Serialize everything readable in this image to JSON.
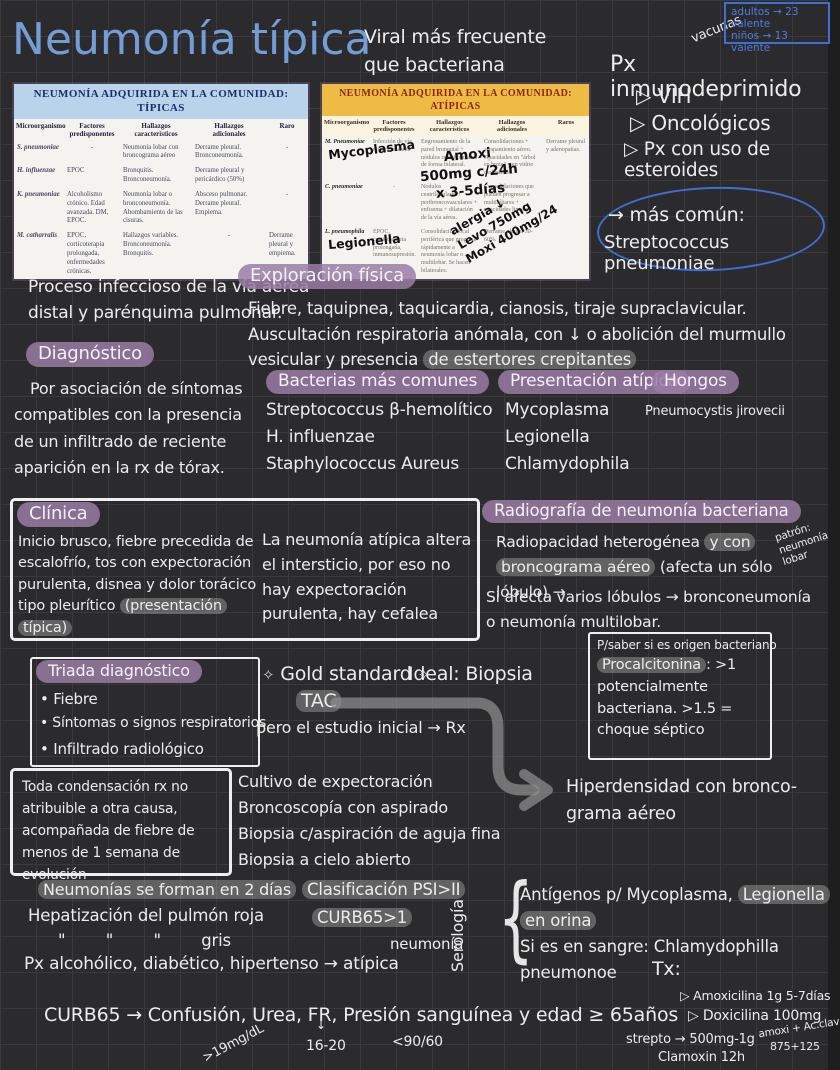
{
  "header": {
    "title": "Neumonía típica",
    "subtitle": "Viral más frecuente\nque bacteriana"
  },
  "vaccines": {
    "label": "vacunas",
    "adults": "adultos → 23 valente",
    "children": "niños → 13 valente"
  },
  "immuno": {
    "title": "Px inmunodeprimido",
    "items": [
      "▷ VIH",
      "▷ Oncológicos",
      "▷ Px con uso de esteroides"
    ]
  },
  "most_common": {
    "lead": "→ más común:",
    "organism": "Streptococcus pneumoniae"
  },
  "tables": {
    "tipicas": {
      "title": "NEUMONÍA ADQUIRIDA EN LA COMUNIDAD: TÍPICAS",
      "headers": [
        "Microorganismo",
        "Factores\npredisponentes",
        "Hallazgos\ncaracterísticos",
        "Hallazgos\nadicionales",
        "Raro"
      ],
      "rows": [
        [
          "S. pneumoniae",
          "-",
          "Neumonía lobar con broncograma aéreo",
          "Derrame pleural. Bronconeumonía.",
          "-"
        ],
        [
          "H. influenzae",
          "EPOC",
          "Bronquitis. Bronconeumonía.",
          "Derrame pleural y pericárdico (50%)",
          ""
        ],
        [
          "K. pneumoniae",
          "Alcoholismo crónico. Edad avanzada. DM, EPOC.",
          "Neumonía lobar o bronconeumonía. Abombamiento de las cisuras.",
          "Absceso pulmonar. Derrame pleural. Empiema.",
          "-"
        ],
        [
          "M. catharralis",
          "EPOC, corticoterapia prolongada, enfermedades crónicas.",
          "Hallazgos variables. Bronconeumonía. Bronquitis.",
          "-",
          "Derrame pleural y empiema."
        ]
      ]
    },
    "atipicas": {
      "title": "NEUMONÍA ADQUIRIDA EN LA COMUNIDAD: ATÍPICAS",
      "headers": [
        "Microorganismo",
        "Factores\npredisponentes",
        "Hallazgos\ncaracterísticos",
        "Hallazgos\nadicionales",
        "Raros"
      ],
      "rows": [
        [
          "M. Pneumoniae",
          "Infección de vía respiratoria alta",
          "Engrosamiento de la pared bronquial + nódulos centrilobulares de forma bilateral.",
          "Consolidaciones + atrapamiento aéreo. Opacidades en \"árbol en brote\" y en vidrio deslustrado.",
          "Derrame pleural y adenopatías."
        ],
        [
          "C. pneumoniae",
          "-",
          "Nódulos centrilobulares + peribroncovasculares + enfisema + dilatación de la vía aérea.",
          "Consolidaciones que pueden progresar a multilóbares + opacidades lineales.",
          ""
        ],
        [
          "L. pneumophila",
          "EPOC, corticoterapia prolongada, inmunosupresión.",
          "Consolidación focal periférica que progresa rápidamente a neumonía lobar o multilobar. Se hacen bilaterales.",
          "Derrame pleural 30-60%.",
          ""
        ]
      ],
      "annotations": {
        "row1": "Mycoplasma",
        "row3": "Legionella",
        "amoxi": "Amoxi\n500mg c/24h\nx 3-5días",
        "alt": "alergia ↓\nLevo 750mg\nMoxi 400mg/24"
      }
    }
  },
  "intro": {
    "text": "Proceso infeccioso de la vía aérea\ndistal y parénquima pulmonar."
  },
  "exploracion": {
    "label": "Exploración física",
    "text": "Fiebre, taquipnea, taquicardia, cianosis, tiraje supraclavicular. Auscultación respiratoria anómala, con ↓ o abolición del murmullo vesicular y presencia ",
    "highlight": "de estertores crepitantes"
  },
  "diagnostico": {
    "label": "Diagnóstico",
    "text": "Por asociación de síntomas compatibles con la presencia de un infiltrado de reciente aparición en la rx de tórax."
  },
  "bacterias": {
    "label": "Bacterias más comunes",
    "items": [
      "Streptococcus β-hemolítico",
      "H. influenzae",
      "Staphylococcus Aureus"
    ]
  },
  "atipicos": {
    "label": "Presentación atípica",
    "items": [
      "Mycoplasma",
      "Legionella",
      "Chlamydophila"
    ]
  },
  "hongos": {
    "label": "Hongos",
    "items": [
      "Pneumocystis jirovecii"
    ]
  },
  "clinica": {
    "label": "Clínica",
    "left": "Inicio brusco, fiebre precedida de escalofrío, tos con expectoración purulenta, disnea y dolor torácico tipo pleurítico ",
    "left_highlight": "(presentación típica)",
    "right": "La neumonía atípica altera el intersticio, por eso no hay expectoración purulenta, hay cefalea"
  },
  "radiografia": {
    "label": "Radiografía de neumonía bacteriana",
    "seg1": "Radiopacidad heterogénea ",
    "seg2": "y con broncograma aéreo",
    "seg3": " (afecta un sólo lóbulo) →",
    "pattern_note": "patrón:\nneumonía\nlobar",
    "line2": "Si afecta varios lóbulos → bronconeumonía\no neumonía multilobar."
  },
  "triada": {
    "label": "Triada diagnóstico",
    "items": [
      "• Fiebre",
      "• Síntomas o signos respiratorios",
      "• Infiltrado radiológico"
    ]
  },
  "gold": {
    "sparkle": "✧",
    "label": "Gold standard",
    "ideal": "Ideal: Biopsia",
    "tac": "TAC",
    "note": "pero el estudio inicial → Rx"
  },
  "procalcitonina": {
    "title": "P/saber si es origen bacteriano",
    "highlight": "Procalcitonina",
    "text": ": >1 potencialmente bacteriana. >1.5 = choque séptico"
  },
  "condensacion": {
    "text": "Toda condensación rx no atribuible a otra causa, acompañada de fiebre de menos de 1 semana de evolución"
  },
  "estudios": {
    "items": [
      "Cultivo de expectoración",
      "Broncoscopía con aspirado",
      "Biopsia c/aspiración de aguja fina",
      "Biopsia a cielo abierto"
    ]
  },
  "hiperdensidad": {
    "text": "Hiperdensidad con bronco-\ngrama aéreo"
  },
  "evolucion": {
    "line1": "Neumonías se forman en 2 días",
    "line2": "Hepatización del pulmón roja",
    "line3": "\"        \"        \"        gris",
    "stack_top": "neumonía",
    "line4": "Px alcohólico, diabético, hipertenso → atípica"
  },
  "clasificacion": {
    "line1": "Clasificación PSI>II",
    "line2": "CURB65>1"
  },
  "serologia": {
    "label": "Serología",
    "brace": "{",
    "item1": "Antígenos p/ Mycoplasma, ",
    "item1_highlight": "Legionella en orina",
    "item2": "Si es en sangre: Chlamydophilla pneumonoe"
  },
  "tx": {
    "label": "Tx:",
    "items": [
      "▷ Amoxicilina 1g 5-7días",
      "▷ Doxicilina 100mg",
      "strepto → 500mg-1g",
      "Clamoxin 12h",
      "amoxi + Ac.clav",
      "875+125"
    ]
  },
  "curb65": {
    "text": "CURB65 → Confusión, Urea, FR, Presión sanguínea y edad ≥ 65años",
    "urea_note": ">19mg/dL",
    "fr_arrow": "↓",
    "fr_note": "16-20",
    "bp_note": "<90/60"
  },
  "colors": {
    "accent_blue": "#6f9bd3",
    "ink_white": "#ececec",
    "highlight_purple": "#9a7ba4",
    "highlight_gray": "#bebebe",
    "table1_header": "#b9d4ea",
    "table2_header": "#eebc45"
  }
}
